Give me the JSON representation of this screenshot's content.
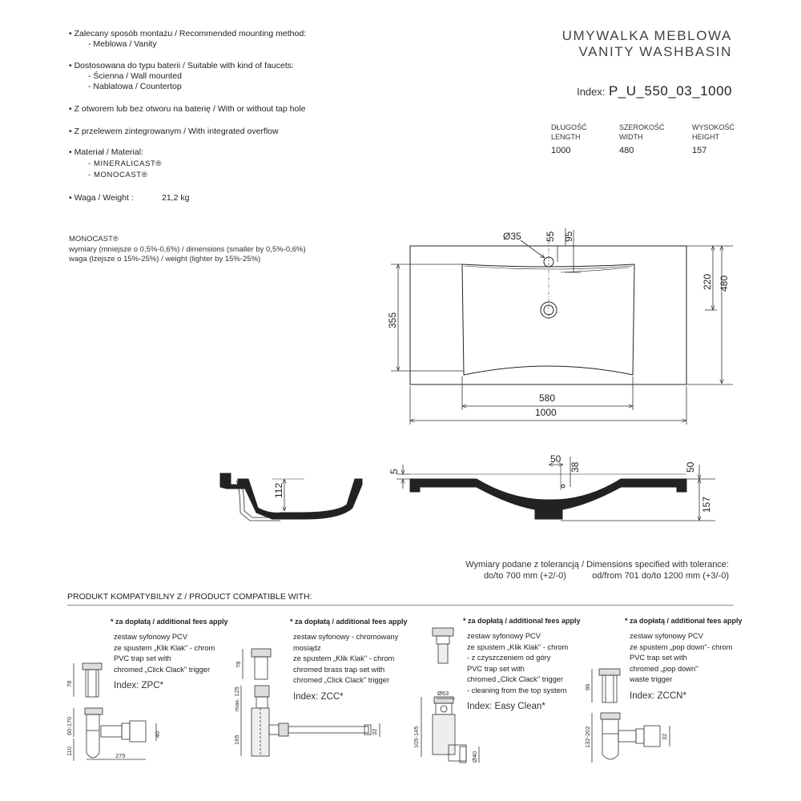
{
  "specs": {
    "mounting_label": "• Zalecany sposób montażu / Recommended mounting method:",
    "mounting_value": "- Meblowa / Vanity",
    "faucet_label": "• Dostosowana do typu baterii / Suitable with kind of faucets:",
    "faucet_values": [
      "- Ścienna / Wall mounted",
      "- Nablatowa / Countertop"
    ],
    "taphole": "• Z otworem lub bez otworu na baterię / With or without tap hole",
    "overflow": "•  Z przelewem zintegrowanym /  With integrated overflow",
    "material_label": "• Materiał / Material:",
    "material_values": [
      "- MINERALICAST®",
      "- MONOCAST®"
    ],
    "weight_label": "• Waga / Weight :",
    "weight_value": "21,2 kg"
  },
  "monocast_note": [
    "MONOCAST®",
    "wymiary (mniejsze o 0,5%-0,6%) / dimensions (smaller by 0,5%-0,6%)",
    "waga (lżejsze o 15%-25%) / weight (lighter by 15%-25%)"
  ],
  "title": {
    "line1": "UMYWALKA  MEBLOWA",
    "line2": "VANITY  WASHBASIN"
  },
  "index": {
    "label": "Index:",
    "value": "P_U_550_03_1000"
  },
  "dimensions": [
    {
      "pl": "DŁUGOŚĆ",
      "en": "LENGTH",
      "value": "1000"
    },
    {
      "pl": "SZEROKOŚĆ",
      "en": "WIDTH",
      "value": "480"
    },
    {
      "pl": "WYSOKOŚĆ",
      "en": "HEIGHT",
      "value": "157"
    }
  ],
  "drawing_dims": {
    "taphole": "Ø35",
    "d55": "55",
    "d95": "95",
    "d220": "220",
    "d480": "480",
    "d355": "355",
    "d580": "580",
    "d1000": "1000",
    "d5": "5",
    "d112": "112",
    "d50a": "50",
    "d38": "38",
    "d50b": "50",
    "d157": "157"
  },
  "tolerance": {
    "line1": "Wymiary podane z tolerancją / Dimensions specified with tolerance:",
    "line2a": "do/to 700 mm (+2/-0)",
    "line2b": "od/from 701 do/to 1200 mm (+3/-0)"
  },
  "compat_title": "PRODUKT KOMPATYBILNY Z / PRODUCT COMPATIBLE WITH:",
  "accessories": [
    {
      "fees": "* za dopłatą / additional fees apply",
      "lines": [
        "zestaw syfonowy PCV",
        "ze spustem „Klik Klak\" - chrom",
        "PVC trap set with",
        "chromed „Click Clack\" trigger"
      ],
      "index": "Index: ZPC*",
      "dims": [
        "78",
        "60-170",
        "110",
        "275",
        "40"
      ]
    },
    {
      "fees": "* za dopłatą / additional fees apply",
      "lines": [
        "zestaw syfonowy - chromowany",
        "mosiądz",
        "ze spustem „Klik Klak\" - chrom",
        "chromed brass trap set with",
        "chromed „Click Clack\" trigger"
      ],
      "index": "Index: ZCC*",
      "dims": [
        "78",
        "max. 125",
        "165",
        "32"
      ]
    },
    {
      "fees": "* za dopłatą / additional fees apply",
      "lines": [
        "zestaw syfonowy PCV",
        "ze spustem „Klik Klak\" - chrom",
        "- z czyszczeniem od góry",
        "PVC trap set with",
        "chromed „Click Clack\" trigger",
        "- cleaning from the top system"
      ],
      "index": "Index: Easy Clean*",
      "dims": [
        "Ø63",
        "105-145",
        "Ø40"
      ]
    },
    {
      "fees": "* za dopłatą / additional fees apply",
      "lines": [
        "zestaw syfonowy PCV",
        "ze spustem „pop down\"- chrom",
        "PVC trap set with",
        "chromed „pop down\"",
        "waste trigger"
      ],
      "index": "Index: ZCCN*",
      "dims": [
        "86",
        "132-202",
        "32"
      ]
    }
  ]
}
